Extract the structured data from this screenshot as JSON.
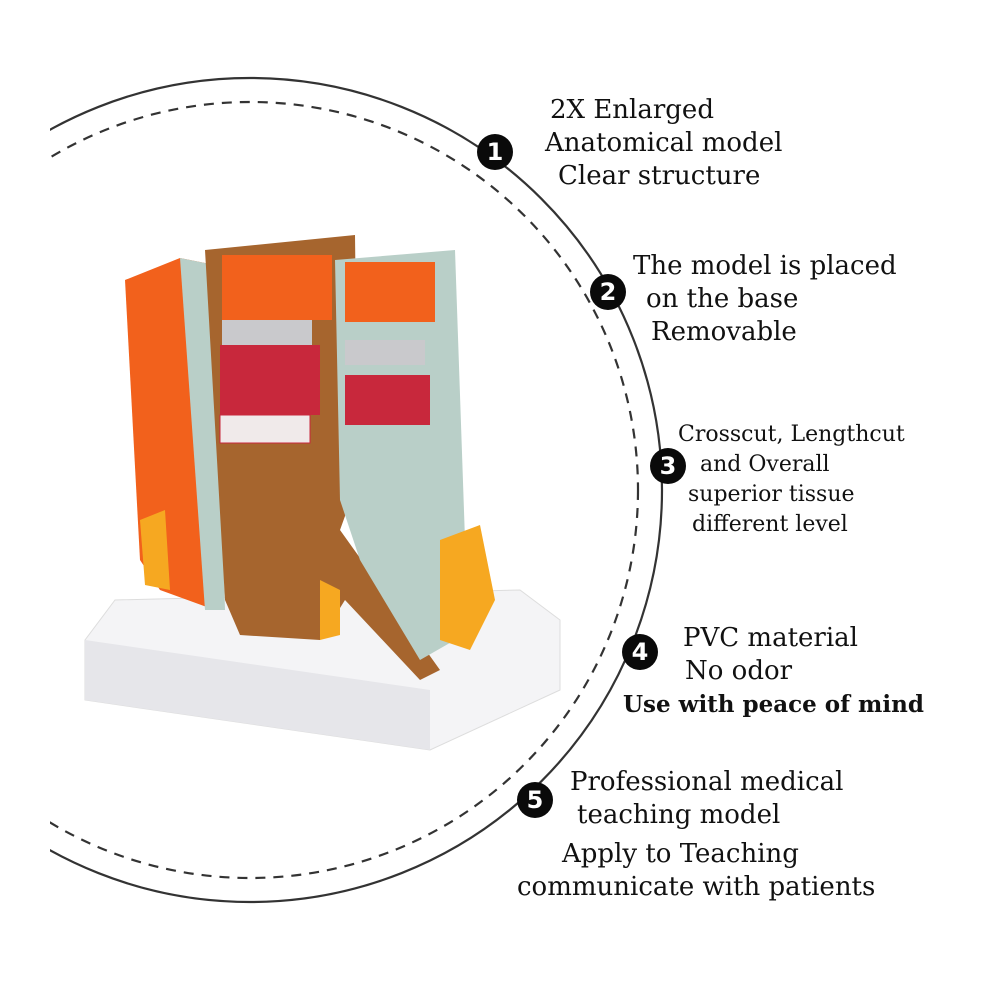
{
  "features": [
    {
      "number": "1",
      "lines": [
        "2X Enlarged",
        "Anatomical model",
        "Clear structure"
      ]
    },
    {
      "number": "2",
      "lines": [
        "The model is placed",
        "on the base",
        "Removable"
      ]
    },
    {
      "number": "3",
      "lines": [
        "Crosscut, Lengthcut",
        "and Overall",
        "superior tissue",
        "different level"
      ]
    },
    {
      "number": "4",
      "lines": [
        "PVC material",
        "No odor",
        "Use with peace of mind"
      ]
    },
    {
      "number": "5",
      "lines": [
        "Professional medical",
        "teaching model",
        "Apply to Teaching",
        "communicate with patients"
      ]
    }
  ],
  "colors": {
    "badge": "#0a0a0a",
    "vein_orange": "#f2611c",
    "tissue_gray": "#b9cfc8",
    "skin_brown": "#a6652e",
    "muscle_red": "#c8283c",
    "fat_yellow": "#f6a821"
  }
}
